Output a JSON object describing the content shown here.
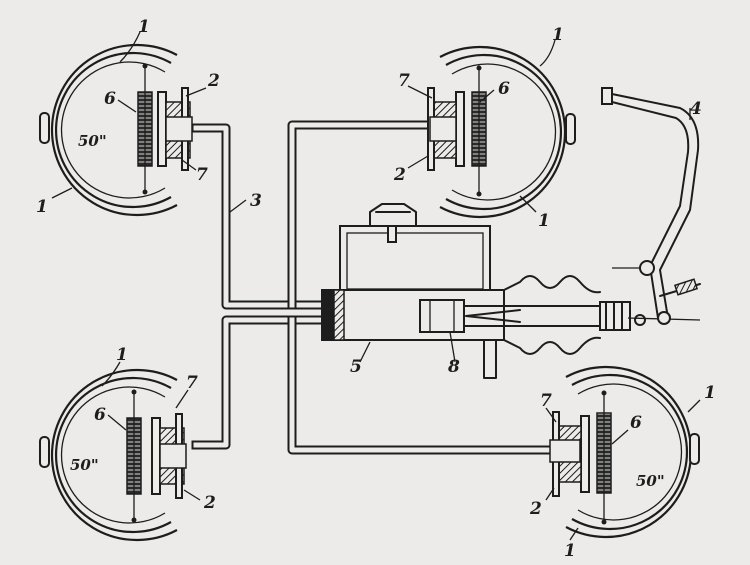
{
  "diagram": {
    "part_labels": {
      "shoe": "1",
      "piston": "2",
      "pipe": "3",
      "pedal": "4",
      "master_cylinder": "5",
      "lining": "6",
      "wheel_cylinder": "7",
      "master_piston": "8"
    },
    "wheel_note": "50\""
  }
}
